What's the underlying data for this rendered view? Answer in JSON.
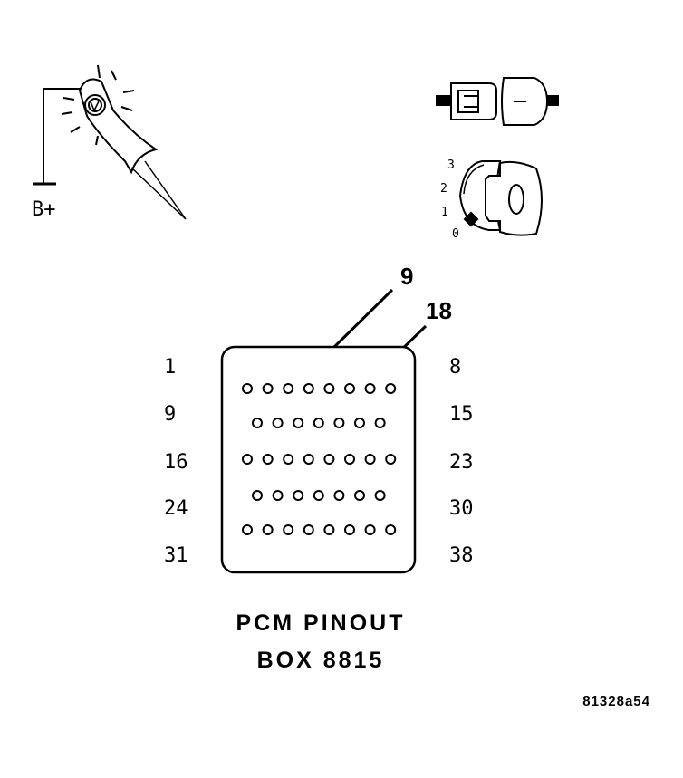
{
  "test_light": {
    "supply_label": "B+",
    "icon": "test-light-icon"
  },
  "connector_icon": {
    "icon": "connector-disconnect-icon"
  },
  "ignition": {
    "icon": "ignition-key-icon",
    "positions": [
      "3",
      "2",
      "1",
      "0"
    ]
  },
  "callouts": [
    "9",
    "18"
  ],
  "pin_box": {
    "left_labels": [
      "1",
      "9",
      "16",
      "24",
      "31"
    ],
    "right_labels": [
      "8",
      "15",
      "23",
      "30",
      "38"
    ],
    "row_pin_counts": [
      8,
      7,
      8,
      7,
      8
    ]
  },
  "caption": {
    "line1": "PCM PINOUT",
    "line2": "BOX 8815"
  },
  "figure_id": "81328a54"
}
